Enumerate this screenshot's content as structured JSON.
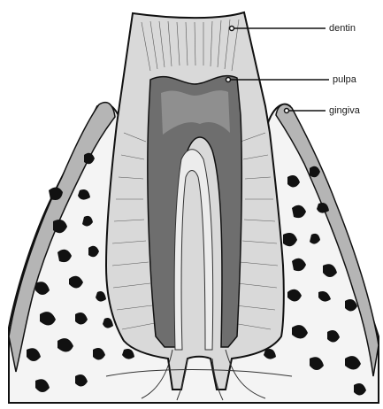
{
  "labels": {
    "dentin": "dentin",
    "pulpa": "pulpa",
    "gingiva": "gingiva"
  },
  "colors": {
    "outline": "#111111",
    "bone": "#f4f4f4",
    "enamel_dentin": "#d9d9d9",
    "pulp_dark": "#6e6e6e",
    "pulp_inner": "#8f8f8f",
    "gum": "#b5b5b5",
    "canal": "#ececec",
    "cavity_black": "#111111"
  }
}
